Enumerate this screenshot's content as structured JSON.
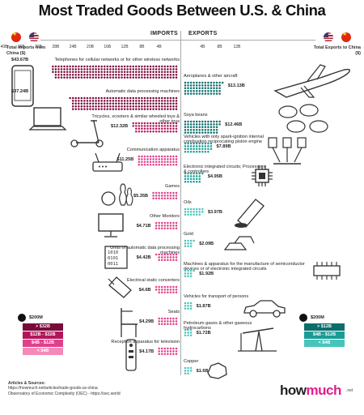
{
  "title": "Most Traded Goods Between U.S. & China",
  "header": {
    "imports_label": "IMPORTS",
    "exports_label": "EXPORTS",
    "left_total_label": "Total imports from China ($)",
    "right_total_label": "Total Exports to China ($)"
  },
  "legend_left": {
    "unit": "$200M",
    "items": [
      {
        "label": "> $32B",
        "color": "#7a0a3a"
      },
      {
        "label": "$12B - $32B",
        "color": "#b3155a"
      },
      {
        "label": "$4B - $12B",
        "color": "#e0408a"
      },
      {
        "label": "< $4B",
        "color": "#f48ab8"
      }
    ]
  },
  "legend_right": {
    "unit": "$200M",
    "items": [
      {
        "label": "> $12B",
        "color": "#0b6e6b"
      },
      {
        "label": "$4B - $12B",
        "color": "#1a9c95"
      },
      {
        "label": "< $4B",
        "color": "#47c5bb"
      }
    ]
  },
  "sources": {
    "heading": "Articles & Sources:",
    "lines": [
      "https://howmuch.net/articles/trade-goods-us-china",
      "Observatory of Economic Complexity (OEC) - https://oec.world"
    ]
  },
  "brand": {
    "name_a": "how",
    "name_b": "much",
    "suffix": ".net"
  },
  "chart_data": {
    "type": "bar",
    "unit_per_dot": "$200M",
    "imports": {
      "axis_ticks": [
        "40B",
        "36B",
        "32B",
        "28B",
        "24B",
        "20B",
        "16B",
        "12B",
        "8B",
        "4B"
      ],
      "categories": [
        "Telephones for cellular networks or for other wireless networks",
        "Automatic data processing machines",
        "Tricycles, scooters & similar wheeled toys & other toys",
        "Communication apparatus",
        "Games",
        "Other Monitors",
        "Units of automatic data processing machines",
        "Electrical static converters",
        "Seats",
        "Reception apparatus for television"
      ],
      "value_labels": [
        "$43.67B",
        "$37.24B",
        "$12.32B",
        "$11.25B",
        "$5.35B",
        "$4.71B",
        "$4.42B",
        "$4.6B",
        "$4.29B",
        "$4.17B"
      ],
      "values": [
        43.67,
        37.24,
        12.32,
        11.25,
        5.35,
        4.71,
        4.42,
        4.6,
        4.29,
        4.17
      ]
    },
    "exports": {
      "axis_ticks": [
        "4B",
        "8B",
        "12B"
      ],
      "categories": [
        "Aeroplanes & other aircraft",
        "Soya beans",
        "Vehicles with only spark-ignition internal combustion reciprocating piston engine",
        "Electronic integrated circuits; Processors & controllers",
        "Oils",
        "Gold",
        "Machines & apparatus for the manufacture of semiconductor devices or of electronic integrated circuits",
        "Vehicles for transport of persons",
        "Petroleum gases & other gaseous hydrocarbons",
        "Copper"
      ],
      "value_labels": [
        "$13.13B",
        "$12.46B",
        "$7.89B",
        "$4.95B",
        "$3.97B",
        "$2.09B",
        "$1.92B",
        "$1.87B",
        "$1.72B",
        "$1.6B"
      ],
      "values": [
        13.13,
        12.46,
        7.89,
        4.95,
        3.97,
        2.09,
        1.92,
        1.87,
        1.72,
        1.6
      ]
    }
  }
}
